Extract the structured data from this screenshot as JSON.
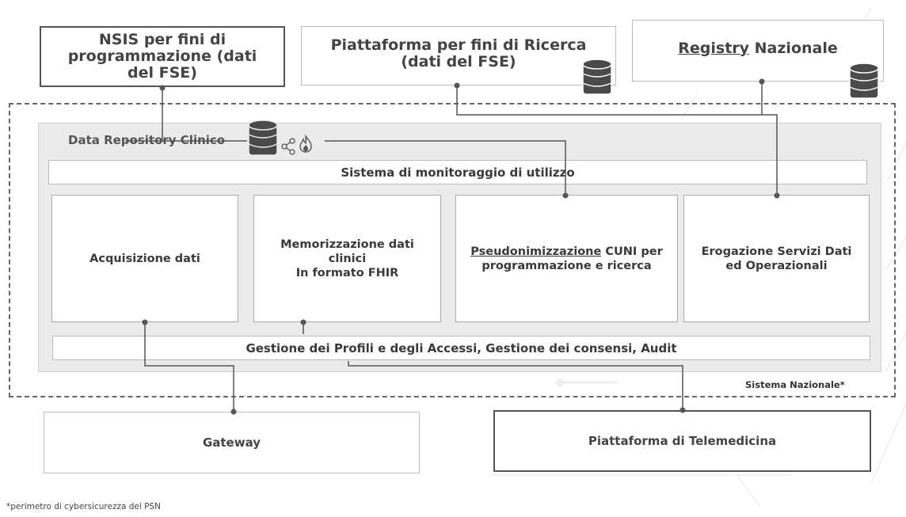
{
  "top_boxes": {
    "nsis": "NSIS per fini di programmazione (dati del FSE)",
    "ricerca": "Piattaforma per fini di Ricerca (dati del FSE)",
    "registry_underlined": "Registry",
    "registry_rest": " Nazionale"
  },
  "repository": {
    "title": "Data Repository Clinico",
    "monitoring_bar": "Sistema di monitoraggio di utilizzo",
    "columns": {
      "acquisizione": "Acquisizione dati",
      "memorizzazione_1": "Memorizzazione dati clinici",
      "memorizzazione_2": "In formato FHIR",
      "pseudo_underlined": "Pseudonimizzazione",
      "pseudo_rest": " CUNI per programmazione e ricerca",
      "erogazione": "Erogazione Servizi Dati ed Operazionali"
    },
    "access_bar": "Gestione dei Profili e degli Accessi, Gestione dei consensi, Audit"
  },
  "perimeter_label": "Sistema Nazionale*",
  "bottom_boxes": {
    "gateway": "Gateway",
    "telemedicina": "Piattaforma di Telemedicina"
  },
  "footnote": "*perimetro di cybersicurezza del PSN",
  "colors": {
    "db_fill": "#4a4a4a",
    "border": "#555555",
    "repo_bg": "#ebebeb"
  },
  "icons": [
    "database-icon",
    "share-icon",
    "fire-icon"
  ]
}
